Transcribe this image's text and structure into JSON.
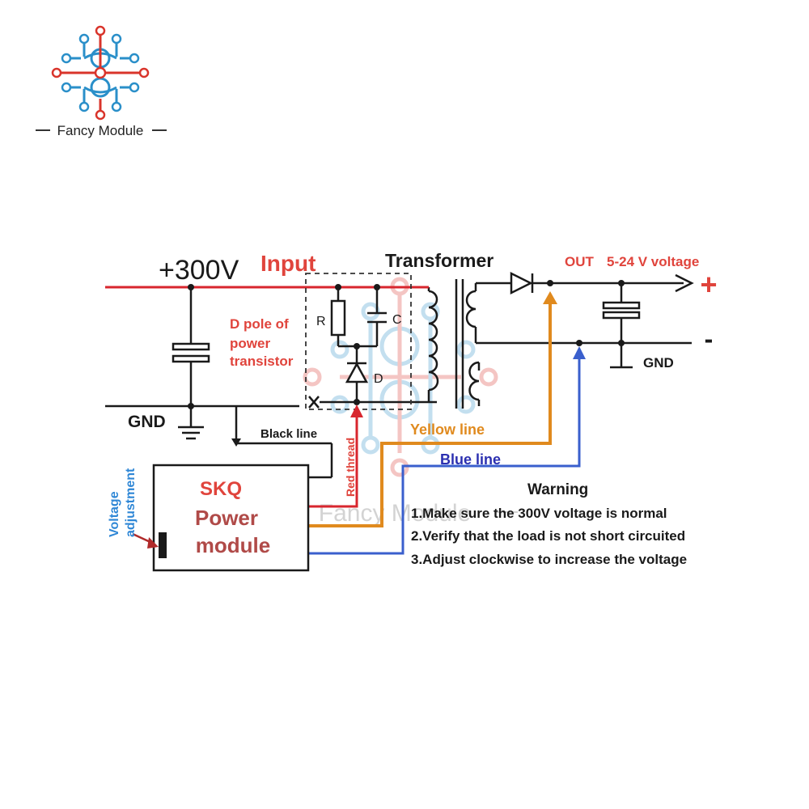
{
  "brand": {
    "name": "Fancy Module",
    "watermark": "Fancy Module",
    "colors": {
      "red": "#d9342b",
      "blue": "#2a8fc9"
    }
  },
  "labels": {
    "input_voltage": "+300V",
    "input": "Input",
    "transformer": "Transformer",
    "out": "OUT",
    "out_voltage": "5-24 V voltage",
    "plus": "+",
    "minus": "-",
    "gnd_right": "GND",
    "gnd_left": "GND",
    "d_pole_line1": "D pole of",
    "d_pole_line2": "power",
    "d_pole_line3": "transistor",
    "r": "R",
    "c": "C",
    "d": "D",
    "black_line": "Black line",
    "red_thread": "Red thread",
    "yellow_line": "Yellow line",
    "blue_line": "Blue line",
    "voltage_adjust_line1": "Voltage",
    "voltage_adjust_line2": "adjustment",
    "module_line1": "SKQ",
    "module_line2": "Power",
    "module_line3": "module"
  },
  "warning": {
    "title": "Warning",
    "items": [
      "1.Make sure the 300V voltage is normal",
      "2.Verify that the load is not short circuited",
      "3.Adjust clockwise to increase the voltage"
    ]
  },
  "wire_colors": {
    "red": "#d8262e",
    "black": "#1a1a1a",
    "yellow": "#e08a1e",
    "blue": "#3a5fcd",
    "label_red": "#e0443c",
    "label_blue": "#2f87d6",
    "label_navy": "#2b2fb0",
    "module_text": "#b04a48"
  }
}
